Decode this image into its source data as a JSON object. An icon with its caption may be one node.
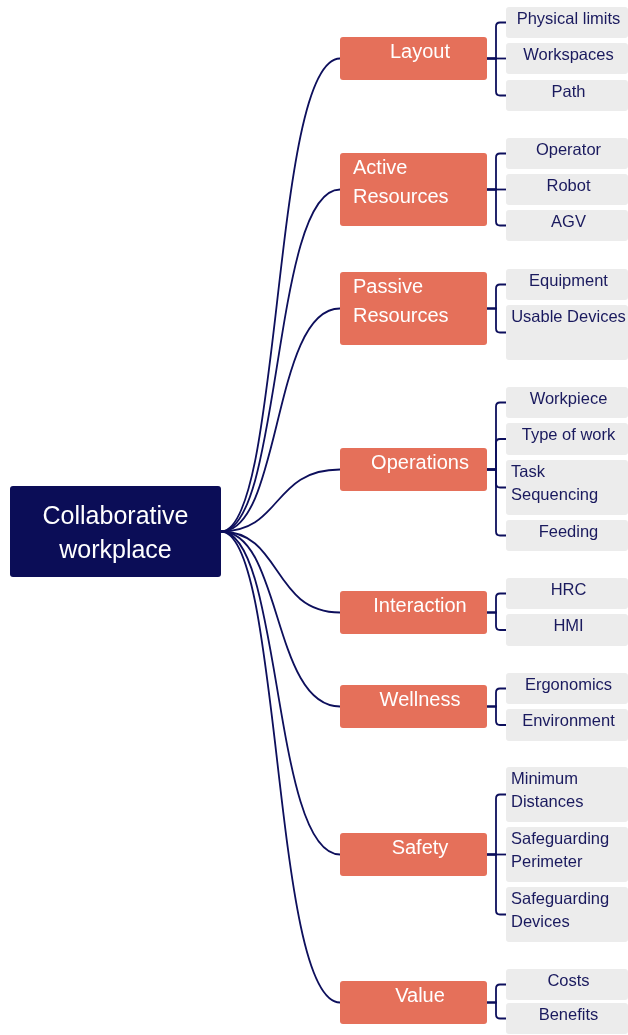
{
  "diagram": {
    "nodes": [
      {
        "text": [
          "Collaborative workplace"
        ]
      },
      {
        "text": [
          "Layout"
        ]
      },
      {
        "text": [
          "Physical limits"
        ]
      },
      {
        "text": [
          "Workspaces"
        ]
      },
      {
        "text": [
          "Path"
        ]
      },
      {
        "text": [
          "Active Resources"
        ]
      },
      {
        "text": [
          "Operator"
        ]
      },
      {
        "text": [
          "Robot"
        ]
      },
      {
        "text": [
          "AGV"
        ]
      },
      {
        "text": [
          "Passive Resources"
        ]
      },
      {
        "text": [
          "Equipment"
        ]
      },
      {
        "text": [
          "Usable Devices"
        ]
      },
      {
        "text": [
          "Operations"
        ]
      },
      {
        "text": [
          "Workpiece"
        ]
      },
      {
        "text": [
          "Type of work"
        ]
      },
      {
        "text": [
          "Task Sequencing"
        ]
      },
      {
        "text": [
          "Feeding"
        ]
      },
      {
        "text": [
          "Interaction"
        ]
      },
      {
        "text": [
          "HRC"
        ]
      },
      {
        "text": [
          "HMI"
        ]
      },
      {
        "text": [
          "Wellness"
        ]
      },
      {
        "text": [
          "Ergonomics"
        ]
      },
      {
        "text": [
          "Environment"
        ]
      },
      {
        "text": [
          "Safety"
        ]
      },
      {
        "text": [
          "Minimum Distances"
        ]
      },
      {
        "text": [
          "Safeguarding Perimeter"
        ]
      },
      {
        "text": [
          "Safeguarding Devices"
        ]
      },
      {
        "text": [
          "Value"
        ]
      },
      {
        "text": [
          "Costs"
        ]
      },
      {
        "text": [
          "Benefits"
        ]
      }
    ],
    "edges": [
      {
        "from": 0,
        "to": 1,
        "arrow": "none"
      },
      {
        "from": 1,
        "to": 2,
        "arrow": "none"
      },
      {
        "from": 1,
        "to": 3,
        "arrow": "none"
      },
      {
        "from": 1,
        "to": 4,
        "arrow": "none"
      },
      {
        "from": 0,
        "to": 5,
        "arrow": "none"
      },
      {
        "from": 5,
        "to": 6,
        "arrow": "none"
      },
      {
        "from": 5,
        "to": 7,
        "arrow": "none"
      },
      {
        "from": 5,
        "to": 8,
        "arrow": "none"
      },
      {
        "from": 0,
        "to": 9,
        "arrow": "none"
      },
      {
        "from": 9,
        "to": 10,
        "arrow": "none"
      },
      {
        "from": 9,
        "to": 11,
        "arrow": "none"
      },
      {
        "from": 0,
        "to": 12,
        "arrow": "none"
      },
      {
        "from": 12,
        "to": 13,
        "arrow": "none"
      },
      {
        "from": 12,
        "to": 14,
        "arrow": "none"
      },
      {
        "from": 12,
        "to": 15,
        "arrow": "none"
      },
      {
        "from": 12,
        "to": 16,
        "arrow": "none"
      },
      {
        "from": 0,
        "to": 17,
        "arrow": "none"
      },
      {
        "from": 17,
        "to": 18,
        "arrow": "none"
      },
      {
        "from": 17,
        "to": 19,
        "arrow": "none"
      },
      {
        "from": 0,
        "to": 20,
        "arrow": "none"
      },
      {
        "from": 20,
        "to": 21,
        "arrow": "none"
      },
      {
        "from": 20,
        "to": 22,
        "arrow": "none"
      },
      {
        "from": 0,
        "to": 23,
        "arrow": "none"
      },
      {
        "from": 23,
        "to": 24,
        "arrow": "none"
      },
      {
        "from": 23,
        "to": 25,
        "arrow": "none"
      },
      {
        "from": 23,
        "to": 26,
        "arrow": "none"
      },
      {
        "from": 0,
        "to": 27,
        "arrow": "none"
      },
      {
        "from": 27,
        "to": 28,
        "arrow": "none"
      },
      {
        "from": 27,
        "to": 29,
        "arrow": "none"
      }
    ]
  }
}
